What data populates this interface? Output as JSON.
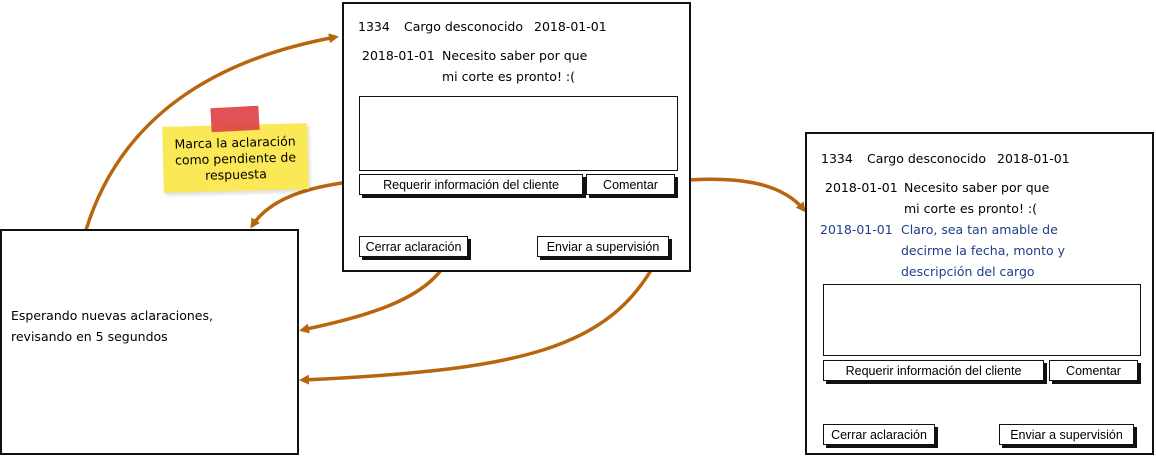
{
  "window_a": {
    "header_id": "1334",
    "header_title": "Cargo desconocido",
    "header_date": "2018-01-01",
    "msg1_date": "2018-01-01",
    "msg1_line1": "Necesito saber por que",
    "msg1_line2": "mi corte es pronto! :(",
    "request_info_label": "Requerir información del cliente",
    "comment_label": "Comentar",
    "close_label": "Cerrar aclaración",
    "supervise_label": "Enviar a supervisión"
  },
  "window_b": {
    "header_id": "1334",
    "header_title": "Cargo desconocido",
    "header_date": "2018-01-01",
    "msg1_date": "2018-01-01",
    "msg1_line1": "Necesito saber por que",
    "msg1_line2": "mi corte es pronto! :(",
    "msg2_date": "2018-01-01",
    "msg2_line1": "Claro, sea tan amable de",
    "msg2_line2": "decirme la fecha, monto y",
    "msg2_line3": "descripción del cargo",
    "request_info_label": "Requerir información del cliente",
    "comment_label": "Comentar",
    "close_label": "Cerrar aclaración",
    "supervise_label": "Enviar a supervisión"
  },
  "waiting": {
    "line1": "Esperando nuevas aclaraciones,",
    "line2": "revisando en 5 segundos"
  },
  "sticky_note": {
    "line1": "Marca la aclaración",
    "line2": "como pendiente de",
    "line3": "respuesta"
  },
  "colors": {
    "arrow": "#b8660e",
    "sticky": "#fbe857",
    "tape": "#de4346",
    "reply_text": "#1f3d8a"
  }
}
